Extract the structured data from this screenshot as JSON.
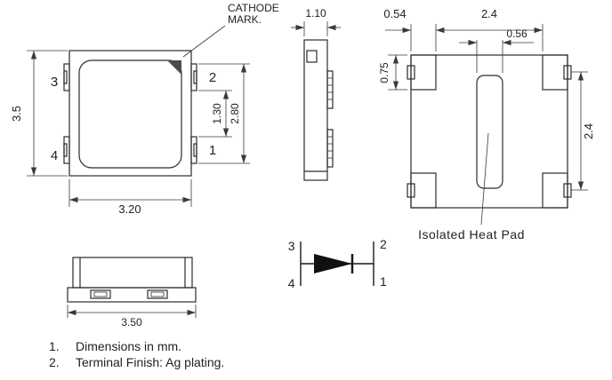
{
  "drawing": {
    "front": {
      "cathode_label_line1": "CATHODE",
      "cathode_label_line2": "MARK.",
      "pin3": "3",
      "pin2": "2",
      "pin4": "4",
      "pin1": "1",
      "dim_height": "3.5",
      "dim_width": "3.20",
      "dim_pad_inner": "1.30",
      "dim_pad_outer": "2.80"
    },
    "side": {
      "dim_width": "1.10"
    },
    "bottom": {
      "dim_pad_width": "0.54",
      "dim_pad_pitch_h": "2.4",
      "dim_heatpad_width": "0.56",
      "dim_pad_height": "0.75",
      "dim_pad_pitch_v": "2.4",
      "heat_pad_label": "Isolated Heat Pad"
    },
    "profile": {
      "dim_width": "3.50"
    },
    "schematic": {
      "pin3": "3",
      "pin2": "2",
      "pin4": "4",
      "pin1": "1"
    }
  },
  "notes": [
    {
      "num": "1.",
      "text": "Dimensions in mm."
    },
    {
      "num": "2.",
      "text": "Terminal Finish: Ag plating."
    }
  ],
  "colors": {
    "outline": "#2b2b2b",
    "dimension": "#3a3a3a",
    "text": "#222222",
    "fill_mark": "#4a4a4a",
    "background": "#ffffff"
  }
}
